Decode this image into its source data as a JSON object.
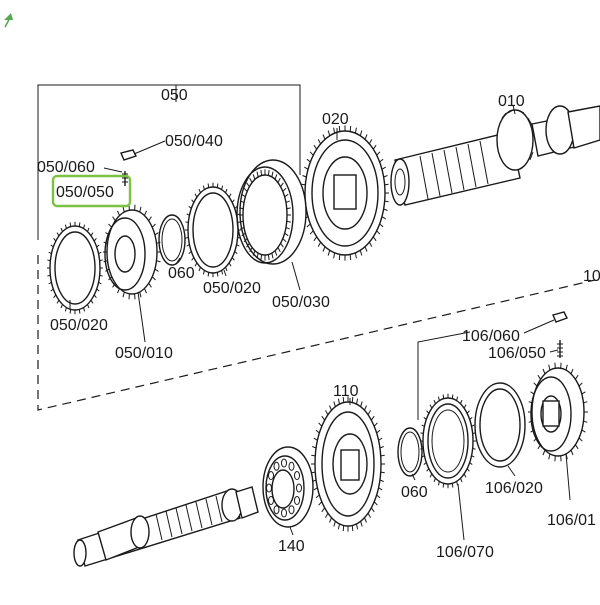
{
  "colors": {
    "line": "#1a1a1a",
    "highlight": "#7cc242",
    "background": "#ffffff"
  },
  "icons": {
    "corner": "expand-arrow-icon"
  },
  "labels": {
    "l050": "050",
    "l050_040": "050/040",
    "l050_060": "050/060",
    "l050_050": "050/050",
    "l020": "020",
    "l010": "010",
    "l060a": "060",
    "l050_020a": "050/020",
    "l050_030": "050/030",
    "l050_020b": "050/020",
    "l050_010": "050/010",
    "l106_060": "106/060",
    "l106_050": "106/050",
    "l10x": "10",
    "l110": "110",
    "l060b": "060",
    "l106_020": "106/020",
    "l106_01x": "106/01",
    "l140": "140",
    "l106_070": "106/070"
  },
  "selected_label": "050/050"
}
